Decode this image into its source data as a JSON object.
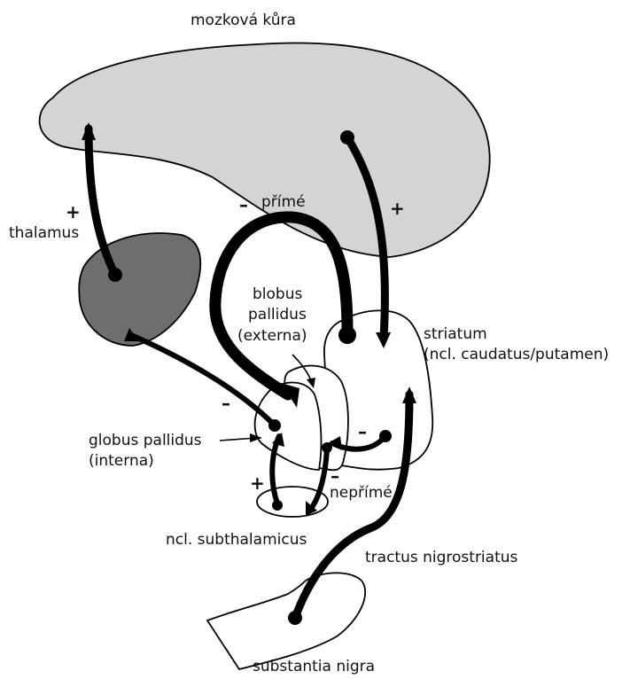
{
  "labels": {
    "cortex": "mozková kůra",
    "thalamus": "thalamus",
    "direct": "přímé",
    "gp_externa": [
      "blobus",
      "pallidus",
      "(externa)"
    ],
    "striatum": [
      "striatum",
      "(ncl. caudatus/putamen)"
    ],
    "gp_interna": [
      "globus pallidus",
      "(interna)"
    ],
    "indirect": "nepřímé",
    "subthalamic": "ncl. subthalamicus",
    "nigrostriatal": "tractus nigrostriatus",
    "substantia_nigra": "substantia nigra"
  },
  "signs": {
    "thalamus_cortex": "+",
    "cortex_striatum": "+",
    "direct": "–",
    "thalamus_input": "–",
    "striatum_gpe": "–",
    "gpe_stn": "–",
    "stn_gpi": "+"
  },
  "colors": {
    "cortex_fill": "#d4d4d4",
    "thalamus_fill": "#6e6e6e",
    "outline": "#000000"
  }
}
